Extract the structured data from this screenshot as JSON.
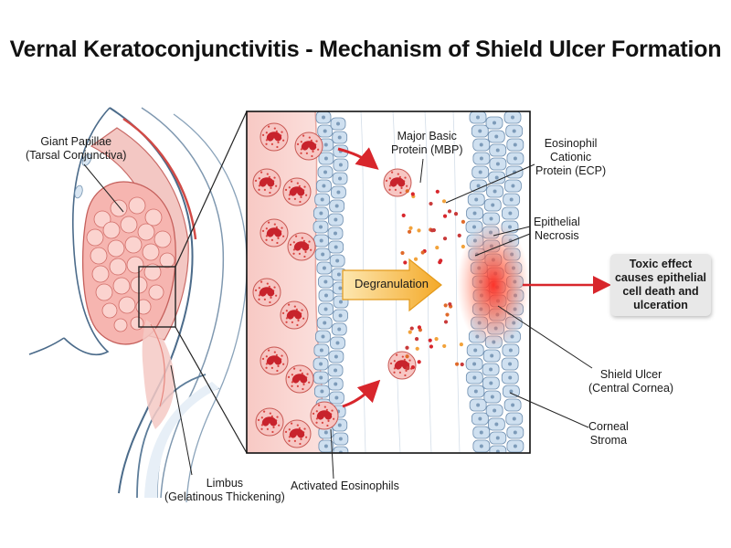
{
  "title": "Vernal Keratoconjunctivitis - Mechanism of Shield Ulcer Formation",
  "labels": {
    "giant_papillae": [
      "Giant Papillae",
      "(Tarsal Conjunctiva)"
    ],
    "mbp": [
      "Major Basic",
      "Protein (MBP)"
    ],
    "ecp": [
      "Eosinophil",
      "Cationic",
      "Protein (ECP)"
    ],
    "epithelial_necrosis": [
      "Epithelial",
      "Necrosis"
    ],
    "toxic_effect": [
      "Toxic effect",
      "causes epithelial",
      "cell death and",
      "ulceration"
    ],
    "degranulation": "Degranulation",
    "shield_ulcer": [
      "Shield Ulcer",
      "(Central Cornea)"
    ],
    "corneal_stroma": [
      "Corneal",
      "Stroma"
    ],
    "limbus": [
      "Limbus",
      "(Gelatinous Thickening)"
    ],
    "activated_eosinophils": "Activated Eosinophils"
  },
  "colors": {
    "eosinophil_nucleus": "#c8232c",
    "eosinophil_cytoplasm": "#f7c6c3",
    "epithelium": "#cfe0f0",
    "ulcer": "#e8342e",
    "arrow": "#d8262c",
    "degranulation_arrow": "#f6b93b",
    "callout_bg": "#e8e8e8"
  }
}
